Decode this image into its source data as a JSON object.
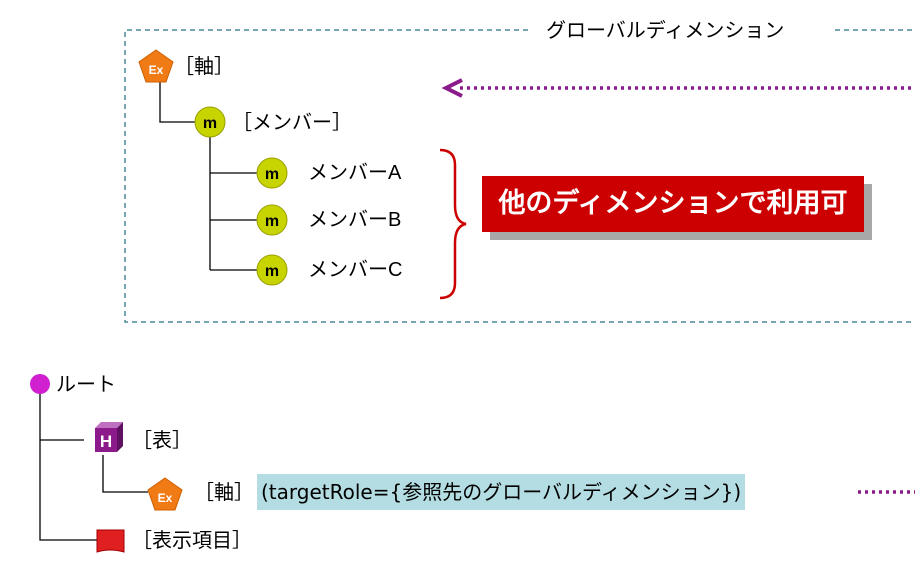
{
  "global": {
    "title": "グローバルディメンション"
  },
  "axis_top": {
    "label": "［軸］",
    "icon_text": "Ex"
  },
  "member_parent": {
    "label": "［メンバー］",
    "icon_text": "m"
  },
  "members": [
    {
      "label": "メンバーA",
      "icon_text": "m"
    },
    {
      "label": "メンバーB",
      "icon_text": "m"
    },
    {
      "label": "メンバーC",
      "icon_text": "m"
    }
  ],
  "callout": {
    "text": "他のディメンションで利用可"
  },
  "root": {
    "label": "ルート"
  },
  "table": {
    "label": "［表］",
    "icon_text": "H"
  },
  "axis_bottom": {
    "label": "［軸］",
    "icon_text": "Ex",
    "note": "(targetRole={参照先のグローバルディメンション})"
  },
  "display": {
    "label": "［表示項目］"
  },
  "colors": {
    "ex_orange": "#f07a14",
    "member_green": "#c8d400",
    "purple": "#8b1a8b",
    "red": "#cc0000",
    "dash": "#4a8a9a",
    "highlight": "#b4dde3"
  }
}
